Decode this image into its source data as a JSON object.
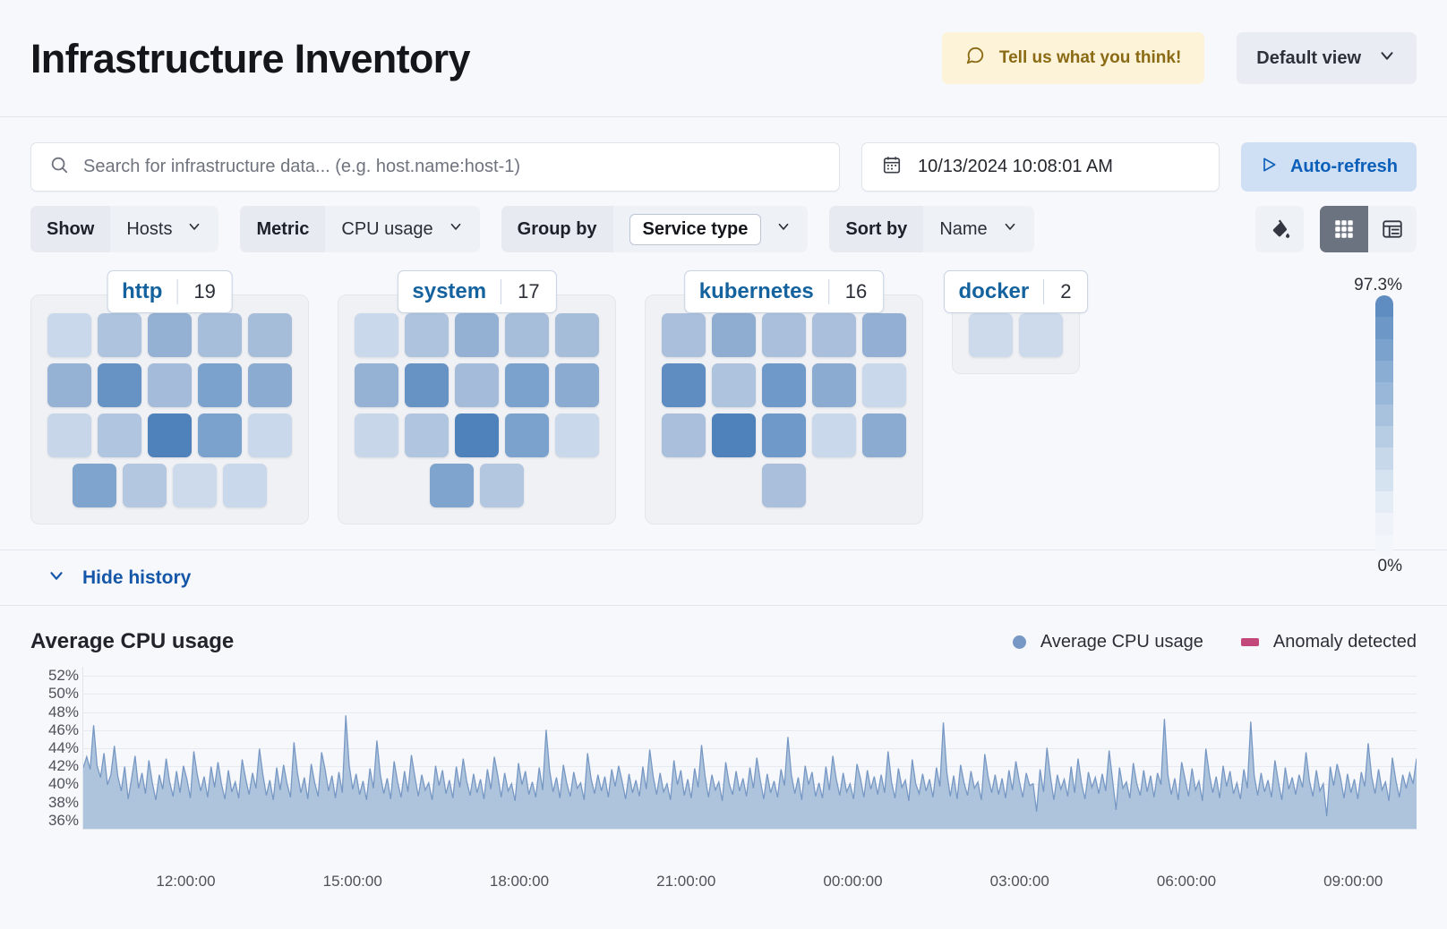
{
  "header": {
    "title": "Infrastructure Inventory",
    "feedback_label": "Tell us what you think!",
    "feedback_icon": "comment-icon",
    "view_label": "Default view",
    "view_chevron": "chevron-down-icon",
    "feedback_bg": "#fdf3d8",
    "feedback_fg": "#8a6a14"
  },
  "query": {
    "search_placeholder": "Search for infrastructure data... (e.g. host.name:host-1)",
    "search_value": "",
    "search_icon": "search-icon",
    "date_value": "10/13/2024 10:08:01 AM",
    "calendar_icon": "calendar-icon",
    "refresh_label": "Auto-refresh",
    "refresh_icon": "play-icon",
    "refresh_color": "#0b5fb8"
  },
  "filters": [
    {
      "label": "Show",
      "value": "Hosts",
      "boxed": false
    },
    {
      "label": "Metric",
      "value": "CPU usage",
      "boxed": false
    },
    {
      "label": "Group by",
      "value": "Service type",
      "boxed": true
    },
    {
      "label": "Sort by",
      "value": "Name",
      "boxed": false
    }
  ],
  "view_controls": {
    "palette_icon": "color-fill-icon",
    "grid_icon": "grid-view-icon",
    "table_icon": "table-view-icon",
    "active_view": "grid"
  },
  "waffle": {
    "groups": [
      {
        "name": "http",
        "count": "19",
        "rows": [
          [
            "#c9d8ea",
            "#aec3de",
            "#94b0d3",
            "#a7bedb",
            "#a6bdda"
          ],
          [
            "#95b1d4",
            "#6792c4",
            "#a4bcda",
            "#7ba2cd",
            "#8cabd0"
          ],
          [
            "#c7d6e9",
            "#b0c5df",
            "#4f82ba",
            "#7ba2cd",
            "#c9d8ea"
          ],
          [
            "#7fa5cf",
            "#b3c7e0",
            "#ccdaeb",
            "#c9d8ea"
          ]
        ]
      },
      {
        "name": "system",
        "count": "17",
        "rows": [
          [
            "#c9d8ea",
            "#aec3de",
            "#94b0d3",
            "#a7bedb",
            "#a6bdda"
          ],
          [
            "#95b1d4",
            "#6792c4",
            "#a4bcda",
            "#7ba2cd",
            "#8cabd0"
          ],
          [
            "#c7d6e9",
            "#b0c5df",
            "#4f82ba",
            "#7ba2cd",
            "#c9d8ea"
          ],
          [
            "#7fa5cf",
            "#b3c7e0"
          ]
        ]
      },
      {
        "name": "kubernetes",
        "count": "16",
        "rows": [
          [
            "#aabfdc",
            "#8fadd1",
            "#a9bfdc",
            "#aabfdc",
            "#93afd3"
          ],
          [
            "#5f8dc1",
            "#aec3de",
            "#6e99c8",
            "#8cabd0",
            "#c9d8ea"
          ],
          [
            "#a9bfdc",
            "#4f82ba",
            "#6e99c8",
            "#c9d8ea",
            "#8cabd0"
          ],
          [
            "#aabfdc"
          ]
        ]
      },
      {
        "name": "docker",
        "count": "2",
        "rows": [
          [
            "#ccdaeb",
            "#ccdaeb"
          ]
        ]
      }
    ],
    "scale_max_label": "97.3%",
    "scale_min_label": "0%",
    "scale_stops": [
      "#5f8dc1",
      "#6c97c6",
      "#7ba2cd",
      "#8aadd3",
      "#99b8d9",
      "#a8c2de",
      "#b7cde4",
      "#c6d8ea",
      "#d5e2ef",
      "#e4edf5",
      "#eff3f9",
      "#f3f6fa"
    ]
  },
  "history_toggle": {
    "label": "Hide history",
    "icon": "chevron-down-icon"
  },
  "chart_data": {
    "type": "area",
    "title": "Average CPU usage",
    "xlabel": "",
    "ylabel": "",
    "ylim": [
      35,
      53
    ],
    "yticks": [
      "36%",
      "38%",
      "40%",
      "42%",
      "44%",
      "46%",
      "48%",
      "50%",
      "52%"
    ],
    "ytick_values": [
      36,
      38,
      40,
      42,
      44,
      46,
      48,
      50,
      52
    ],
    "xticks": [
      "12:00:00",
      "15:00:00",
      "18:00:00",
      "21:00:00",
      "00:00:00",
      "03:00:00",
      "06:00:00",
      "09:00:00"
    ],
    "grid": true,
    "legend_position": "top-right",
    "series": [
      {
        "name": "Average CPU usage",
        "color": "#7798c4",
        "fill": "#aec4dc",
        "values": [
          41.8,
          43.0,
          41.6,
          46.5,
          42.0,
          40.7,
          43.4,
          39.9,
          41.0,
          44.2,
          40.8,
          39.2,
          41.9,
          38.3,
          40.6,
          43.1,
          39.5,
          41.2,
          38.9,
          42.6,
          40.1,
          38.2,
          41.0,
          39.4,
          42.8,
          40.2,
          38.6,
          41.4,
          39.0,
          42.0,
          40.5,
          38.4,
          43.6,
          41.0,
          39.2,
          40.8,
          38.5,
          41.9,
          39.6,
          42.4,
          40.0,
          38.3,
          41.5,
          39.1,
          40.2,
          38.4,
          42.7,
          40.6,
          38.8,
          41.2,
          39.5,
          43.9,
          41.0,
          38.7,
          40.4,
          38.2,
          41.8,
          39.3,
          42.1,
          40.0,
          38.5,
          44.6,
          41.2,
          39.0,
          40.7,
          38.3,
          42.2,
          40.1,
          38.6,
          43.5,
          41.6,
          39.2,
          40.9,
          38.4,
          41.3,
          39.0,
          47.6,
          42.0,
          39.4,
          41.1,
          38.8,
          40.3,
          38.2,
          41.7,
          39.5,
          44.8,
          41.0,
          38.9,
          40.6,
          38.3,
          42.5,
          40.2,
          38.5,
          41.4,
          39.1,
          43.2,
          40.8,
          38.6,
          41.0,
          39.3,
          40.1,
          38.2,
          42.0,
          39.8,
          41.5,
          38.9,
          40.4,
          38.4,
          41.9,
          39.6,
          42.8,
          40.3,
          38.7,
          41.1,
          39.0,
          40.5,
          38.3,
          41.6,
          39.4,
          43.0,
          40.9,
          38.5,
          41.2,
          39.2,
          40.0,
          38.1,
          42.3,
          39.9,
          41.4,
          38.8,
          40.2,
          38.5,
          41.8,
          39.3,
          46.0,
          41.5,
          39.1,
          40.7,
          38.4,
          42.1,
          40.0,
          38.6,
          41.3,
          39.5,
          40.1,
          38.2,
          43.4,
          40.6,
          38.9,
          41.0,
          39.2,
          40.8,
          38.5,
          41.6,
          39.7,
          42.0,
          40.3,
          38.3,
          41.1,
          39.0,
          40.4,
          38.6,
          41.9,
          39.4,
          43.8,
          40.8,
          38.8,
          41.2,
          39.1,
          40.0,
          38.2,
          42.6,
          39.9,
          41.5,
          38.7,
          40.5,
          38.4,
          41.7,
          39.6,
          44.3,
          40.9,
          38.5,
          41.0,
          39.3,
          40.2,
          38.1,
          42.4,
          40.0,
          38.8,
          41.4,
          39.2,
          40.6,
          38.6,
          41.8,
          39.5,
          42.9,
          40.4,
          38.3,
          41.1,
          39.0,
          40.3,
          38.5,
          41.6,
          39.8,
          45.2,
          41.0,
          38.9,
          40.7,
          38.2,
          42.0,
          39.9,
          41.3,
          38.6,
          40.1,
          38.4,
          41.9,
          39.3,
          43.1,
          40.5,
          38.7,
          41.2,
          39.1,
          40.0,
          38.3,
          42.2,
          40.6,
          38.5,
          41.5,
          39.4,
          40.8,
          38.8,
          41.0,
          39.0,
          43.6,
          40.2,
          38.4,
          41.7,
          39.6,
          40.4,
          38.1,
          42.7,
          40.0,
          38.9,
          41.1,
          39.2,
          40.5,
          38.5,
          41.8,
          39.7,
          46.8,
          41.3,
          38.6,
          40.9,
          38.3,
          42.1,
          40.1,
          38.7,
          41.4,
          39.5,
          40.2,
          38.2,
          43.3,
          40.7,
          39.0,
          41.0,
          38.8,
          40.6,
          38.4,
          41.5,
          39.3,
          42.5,
          40.3,
          38.5,
          41.2,
          39.8,
          40.0,
          36.9,
          41.6,
          39.1,
          44.0,
          40.8,
          38.2,
          41.0,
          39.4,
          40.5,
          38.6,
          41.9,
          39.0,
          42.8,
          40.1,
          38.3,
          41.3,
          39.6,
          40.7,
          38.9,
          41.1,
          39.2,
          43.7,
          40.4,
          37.1,
          41.8,
          39.5,
          40.2,
          38.4,
          42.3,
          40.0,
          38.7,
          41.5,
          39.1,
          40.9,
          38.5,
          41.2,
          39.9,
          47.2,
          41.0,
          38.8,
          40.6,
          38.2,
          42.4,
          40.5,
          38.6,
          41.7,
          39.3,
          40.3,
          38.1,
          43.9,
          41.1,
          39.0,
          40.8,
          38.4,
          42.0,
          39.7,
          41.4,
          38.9,
          40.1,
          38.3,
          41.6,
          39.5,
          46.9,
          40.9,
          38.7,
          41.2,
          39.1,
          40.4,
          38.5,
          42.6,
          40.2,
          38.2,
          41.8,
          39.4,
          40.7,
          38.8,
          41.0,
          39.6,
          43.5,
          40.3,
          38.6,
          41.5,
          39.2,
          40.0,
          36.4,
          41.9,
          39.8,
          42.2,
          40.6,
          38.4,
          41.1,
          39.0,
          40.5,
          38.3,
          41.3,
          39.7,
          44.5,
          40.8,
          38.9,
          41.6,
          39.3,
          40.2,
          38.1,
          42.9,
          40.4,
          38.5,
          41.0,
          39.5,
          41.2,
          40.0,
          42.8
        ]
      }
    ],
    "anomaly": {
      "name": "Anomaly detected",
      "color": "#c2477a",
      "values": []
    }
  }
}
